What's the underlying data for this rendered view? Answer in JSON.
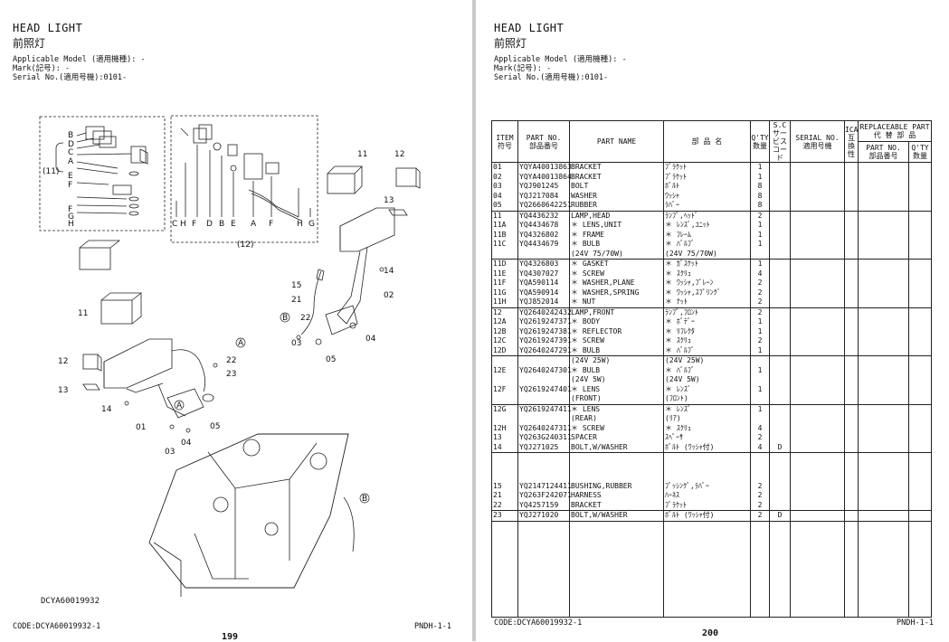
{
  "left_page": {
    "title": "HEAD LIGHT",
    "title_jp": "前照灯",
    "applicable_model": "Applicable Model (適用機種): -",
    "mark": "Mark(記号): -",
    "serial": "Serial No.(適用号機):0101-",
    "diagram_code": "DCYA60019932",
    "code": "CODE:DCYA60019932-1",
    "page_ref": "PNDH-1-1",
    "page_number": "199",
    "diagram_labels": {
      "b": "B",
      "d": "D",
      "c": "C",
      "a": "A",
      "e": "E",
      "f": "F",
      "f2": "F",
      "g": "G",
      "h": "H",
      "group11": "(11)",
      "group12": "(12)",
      "row_c": "C",
      "row_h": "H",
      "row_f": "F",
      "row_d": "D",
      "row_b": "B",
      "row_e": "E",
      "row_a": "A",
      "row_f2": "F",
      "row_h2": "H",
      "row_g": "G",
      "n11a": "11",
      "n12a": "12",
      "n13a": "13",
      "n14a": "14",
      "n15": "15",
      "n21": "21",
      "n02a": "02",
      "n22a": "22",
      "n03a": "03",
      "n04a": "04",
      "n05a": "05",
      "circ_b1": "B",
      "n11b": "11",
      "n12b": "12",
      "n13b": "13",
      "n14b": "14",
      "n01": "01",
      "n05b": "05",
      "n22b": "22",
      "n23": "23",
      "circ_a1": "A",
      "circ_a2": "A",
      "n03b": "03",
      "n04b": "04",
      "circ_b2": "B"
    }
  },
  "right_page": {
    "title": "HEAD LIGHT",
    "title_jp": "前照灯",
    "applicable_model": "Applicable Model (適用機種): -",
    "mark": "Mark(記号): -",
    "serial": "Serial No.(適用号機):0101-",
    "code": "CODE:DCYA60019932-1",
    "page_ref": "PNDH-1-1",
    "page_number": "200",
    "headers": {
      "item": "ITEM",
      "item_jp": "符号",
      "part_no": "PART NO.",
      "part_no_jp": "部品番号",
      "part_name": "PART NAME",
      "part_name_jp": "部 品 名",
      "qty": "Q'TY",
      "qty_jp": "数量",
      "sc": "S.C",
      "sc_jp1": "サービス",
      "sc_jp2": "コード",
      "serial_no": "SERIAL NO.",
      "serial_no_jp": "適用号機",
      "ica": "ICA",
      "ica_jp": "互換性",
      "replaceable": "REPLACEABLE PART",
      "replaceable_jp": "代 替 部 品",
      "rep_part_no": "PART NO.",
      "rep_part_no_jp": "部品番号",
      "rep_qty": "Q'TY",
      "rep_qty_jp": "数量"
    },
    "rows": [
      {
        "item": "01",
        "part_no": "YQYA40013863",
        "name": "BRACKET",
        "name_jp": "ﾌﾞﾗｹｯﾄ",
        "qty": "1",
        "sc": "",
        "top": true
      },
      {
        "item": "02",
        "part_no": "YQYA40013864",
        "name": "BRACKET",
        "name_jp": "ﾌﾞﾗｹｯﾄ",
        "qty": "1",
        "sc": ""
      },
      {
        "item": "03",
        "part_no": "YQJ901245",
        "name": "BOLT",
        "name_jp": "ﾎﾞﾙﾄ",
        "qty": "8",
        "sc": ""
      },
      {
        "item": "04",
        "part_no": "YQJ217084",
        "name": "WASHER",
        "name_jp": "ﾜｯｼｬ",
        "qty": "8",
        "sc": ""
      },
      {
        "item": "05",
        "part_no": "YQ2660642251",
        "name": "RUBBER",
        "name_jp": "ﾗﾊﾞｰ",
        "qty": "8",
        "sc": ""
      },
      {
        "item": "11",
        "part_no": "YQ4436232",
        "name": "LAMP,HEAD",
        "name_jp": "ﾗﾝﾌﾟ,ﾍｯﾄﾞ",
        "qty": "2",
        "sc": "",
        "top": true
      },
      {
        "item": "11A",
        "part_no": "YQ4434678",
        "name": "＊ LENS,UNIT",
        "name_jp": "＊ ﾚﾝｽﾞ,ﾕﾆｯﾄ",
        "qty": "1",
        "sc": ""
      },
      {
        "item": "11B",
        "part_no": "YQ4326802",
        "name": "＊ FRAME",
        "name_jp": "＊ ﾌﾚｰﾑ",
        "qty": "1",
        "sc": ""
      },
      {
        "item": "11C",
        "part_no": "YQ4434679",
        "name": "＊ BULB",
        "name_jp": "＊ ﾊﾞﾙﾌﾞ",
        "qty": "1",
        "sc": ""
      },
      {
        "item": "",
        "part_no": "",
        "name": "(24V 75/70W)",
        "name_jp": "(24V 75/70W)",
        "qty": "",
        "sc": ""
      },
      {
        "item": "11D",
        "part_no": "YQ4326803",
        "name": "＊ GASKET",
        "name_jp": "＊ ｶﾞｽｹｯﾄ",
        "qty": "1",
        "sc": "",
        "top": true
      },
      {
        "item": "11E",
        "part_no": "YQ4307027",
        "name": "＊ SCREW",
        "name_jp": "＊ ｽｸﾘｭ",
        "qty": "4",
        "sc": ""
      },
      {
        "item": "11F",
        "part_no": "YQA590114",
        "name": "＊ WASHER,PLANE",
        "name_jp": "＊ ﾜｯｼｬ,ﾌﾟﾚｰﾝ",
        "qty": "2",
        "sc": ""
      },
      {
        "item": "11G",
        "part_no": "YQA590914",
        "name": "＊ WASHER,SPRING",
        "name_jp": "＊ ﾜｯｼｬ,ｽﾌﾟﾘﾝｸﾞ",
        "qty": "2",
        "sc": ""
      },
      {
        "item": "11H",
        "part_no": "YQJ852014",
        "name": "＊ NUT",
        "name_jp": "＊ ﾅｯﾄ",
        "qty": "2",
        "sc": ""
      },
      {
        "item": "12",
        "part_no": "YQ2640242432",
        "name": "LAMP,FRONT",
        "name_jp": "ﾗﾝﾌﾟ,ﾌﾛﾝﾄ",
        "qty": "2",
        "sc": "",
        "top": true
      },
      {
        "item": "12A",
        "part_no": "YQ2619247371",
        "name": "＊ BODY",
        "name_jp": "＊ ﾎﾞﾃﾞｰ",
        "qty": "1",
        "sc": ""
      },
      {
        "item": "12B",
        "part_no": "YQ2619247381",
        "name": "＊ REFLECTOR",
        "name_jp": "＊ ﾘﾌﾚｸﾀ",
        "qty": "1",
        "sc": ""
      },
      {
        "item": "12C",
        "part_no": "YQ2619247391",
        "name": "＊ SCREW",
        "name_jp": "＊ ｽｸﾘｭ",
        "qty": "2",
        "sc": ""
      },
      {
        "item": "12D",
        "part_no": "YQ2640247291",
        "name": "＊ BULB",
        "name_jp": "＊ ﾊﾞﾙﾌﾞ",
        "qty": "1",
        "sc": ""
      },
      {
        "item": "",
        "part_no": "",
        "name": "(24V 25W)",
        "name_jp": "(24V 25W)",
        "qty": "",
        "sc": "",
        "top": true
      },
      {
        "item": "12E",
        "part_no": "YQ2640247301",
        "name": "＊ BULB",
        "name_jp": "＊ ﾊﾞﾙﾌﾞ",
        "qty": "1",
        "sc": ""
      },
      {
        "item": "",
        "part_no": "",
        "name": "(24V 5W)",
        "name_jp": "(24V 5W)",
        "qty": "",
        "sc": ""
      },
      {
        "item": "12F",
        "part_no": "YQ2619247401",
        "name": "＊ LENS",
        "name_jp": "＊ ﾚﾝｽﾞ",
        "qty": "1",
        "sc": ""
      },
      {
        "item": "",
        "part_no": "",
        "name": "(FRONT)",
        "name_jp": "(ﾌﾛﾝﾄ)",
        "qty": "",
        "sc": ""
      },
      {
        "item": "12G",
        "part_no": "YQ2619247411",
        "name": "＊ LENS",
        "name_jp": "＊ ﾚﾝｽﾞ",
        "qty": "1",
        "sc": "",
        "top": true
      },
      {
        "item": "",
        "part_no": "",
        "name": "(REAR)",
        "name_jp": "(ﾘｱ)",
        "qty": "",
        "sc": ""
      },
      {
        "item": "12H",
        "part_no": "YQ2640247311",
        "name": "＊ SCREW",
        "name_jp": "＊ ｽｸﾘｭ",
        "qty": "4",
        "sc": ""
      },
      {
        "item": "13",
        "part_no": "YQ263G240311",
        "name": "SPACER",
        "name_jp": "ｽﾍﾟｰｻ",
        "qty": "2",
        "sc": ""
      },
      {
        "item": "14",
        "part_no": "YQJ271025",
        "name": "BOLT,W/WASHER",
        "name_jp": "ﾎﾞﾙﾄ (ﾜｯｼｬ付)",
        "qty": "4",
        "sc": "D"
      },
      {
        "item": "",
        "part_no": "",
        "name": "",
        "name_jp": "",
        "qty": "",
        "sc": "",
        "top": true
      },
      {
        "item": "",
        "part_no": "",
        "name": "",
        "name_jp": "",
        "qty": "",
        "sc": ""
      },
      {
        "item": "",
        "part_no": "",
        "name": "",
        "name_jp": "",
        "qty": "",
        "sc": ""
      },
      {
        "item": "15",
        "part_no": "YQ2147124411",
        "name": "BUSHING,RUBBER",
        "name_jp": "ﾌﾞｯｼﾝｸﾞ,ﾗﾊﾞｰ",
        "qty": "2",
        "sc": ""
      },
      {
        "item": "21",
        "part_no": "YQ263F242071",
        "name": "HARNESS",
        "name_jp": "ﾊｰﾈｽ",
        "qty": "2",
        "sc": ""
      },
      {
        "item": "22",
        "part_no": "YQ4257159",
        "name": "BRACKET",
        "name_jp": "ﾌﾞﾗｹｯﾄ",
        "qty": "2",
        "sc": ""
      },
      {
        "item": "23",
        "part_no": "YQJ271020",
        "name": "BOLT,W/WASHER",
        "name_jp": "ﾎﾞﾙﾄ (ﾜｯｼｬ付)",
        "qty": "2",
        "sc": "D",
        "top": true
      }
    ]
  }
}
